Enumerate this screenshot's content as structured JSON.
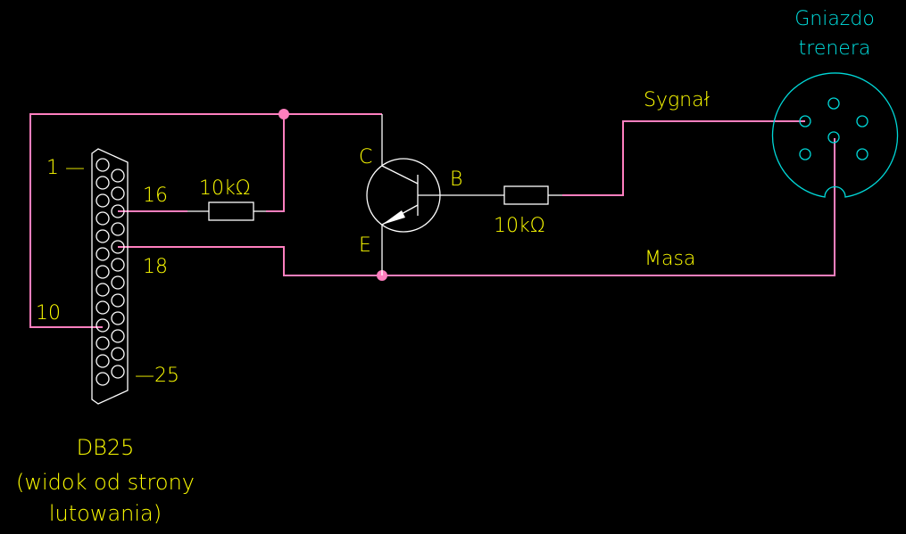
{
  "colors": {
    "background": "#000000",
    "wire": "#ff7fbf",
    "component": "#ffffff",
    "label": "#ffff00",
    "socket": "#00d8d8"
  },
  "connector": {
    "title": "DB25",
    "subtitle_line1": "(widok od strony",
    "subtitle_line2": "lutowania)",
    "pin_labels": {
      "pin1": "1 —",
      "pin10": "10",
      "pin16": "16",
      "pin18": "18",
      "pin25": "—25"
    },
    "pin_count": 25
  },
  "resistors": [
    {
      "id": "r1",
      "label": "10kΩ"
    },
    {
      "id": "r2",
      "label": "10kΩ"
    }
  ],
  "transistor": {
    "type": "NPN",
    "collector_label": "C",
    "base_label": "B",
    "emitter_label": "E"
  },
  "socket": {
    "title_line1": "Gniazdo",
    "title_line2": "trenera",
    "pin_count": 6
  },
  "nets": {
    "signal_label": "Sygnał",
    "ground_label": "Masa"
  }
}
